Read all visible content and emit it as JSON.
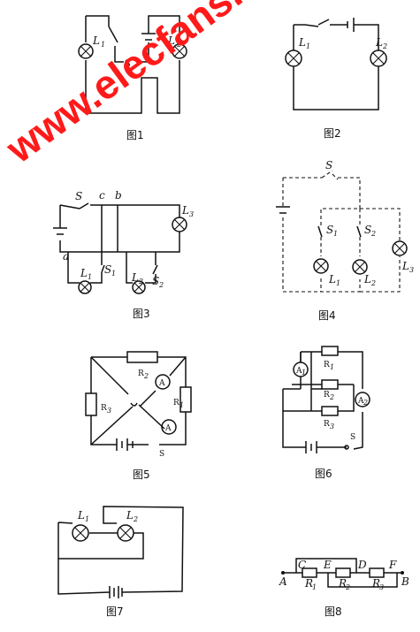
{
  "watermark": "www.elecfans.com",
  "figures": [
    {
      "caption": "图1",
      "labels": [
        "L",
        "1",
        "S",
        "L",
        "2"
      ]
    },
    {
      "caption": "图2",
      "labels": [
        "L",
        "1",
        "L",
        "2"
      ]
    },
    {
      "caption": "图3",
      "labels": [
        "S",
        "c",
        "b",
        "L",
        "3",
        "a",
        "L",
        "1",
        "S",
        "1",
        "L",
        "2",
        "S",
        "2"
      ]
    },
    {
      "caption": "图4",
      "labels": [
        "S",
        "S",
        "1",
        "S",
        "2",
        "L",
        "1",
        "L",
        "2",
        "L",
        "3"
      ]
    },
    {
      "caption": "图5",
      "labels": [
        "R",
        "2",
        "R",
        "3",
        "R",
        "1",
        "A",
        "A",
        "S"
      ]
    },
    {
      "caption": "图6",
      "labels": [
        "A",
        "1",
        "R",
        "1",
        "R",
        "2",
        "A",
        "2",
        "R",
        "3",
        "S"
      ]
    },
    {
      "caption": "图7",
      "labels": [
        "L",
        "1",
        "L",
        "2"
      ]
    },
    {
      "caption": "图8",
      "labels": [
        "C",
        "E",
        "D",
        "F",
        "A",
        "B",
        "R",
        "1",
        "R",
        "2",
        "R",
        "3"
      ]
    }
  ]
}
